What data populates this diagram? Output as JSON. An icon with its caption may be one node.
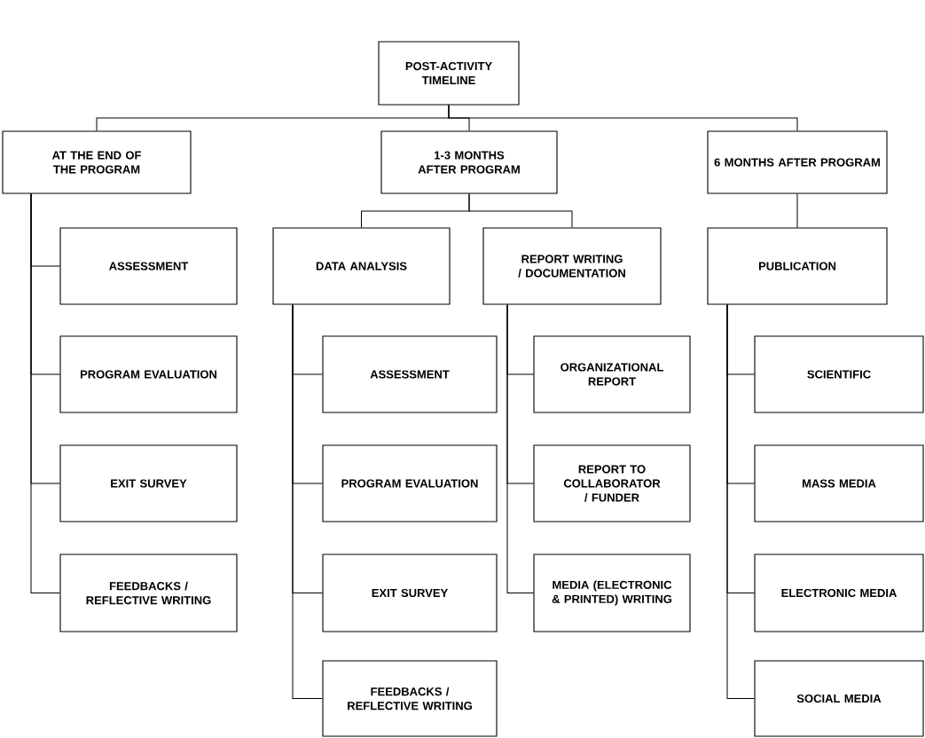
{
  "diagram": {
    "nodes": [
      {
        "text": [
          "POST-ACTIVITY TIMELINE"
        ]
      },
      {
        "text": [
          "AT THE END OF THE PROGRAM"
        ]
      },
      {
        "text": [
          "1-3 MONTHS AFTER PROGRAM"
        ]
      },
      {
        "text": [
          "6 MONTHS AFTER PROGRAM"
        ]
      },
      {
        "text": [
          "ASSESSMENT"
        ]
      },
      {
        "text": [
          "PROGRAM EVALUATION"
        ]
      },
      {
        "text": [
          "EXIT SURVEY"
        ]
      },
      {
        "text": [
          "FEEDBACKS / REFLECTIVE WRITING"
        ]
      },
      {
        "text": [
          "DATA ANALYSIS"
        ]
      },
      {
        "text": [
          "REPORT WRITING / DOCUMENTATION"
        ]
      },
      {
        "text": [
          "ASSESSMENT"
        ]
      },
      {
        "text": [
          "PROGRAM EVALUATION"
        ]
      },
      {
        "text": [
          "EXIT SURVEY"
        ]
      },
      {
        "text": [
          "FEEDBACKS / REFLECTIVE WRITING"
        ]
      },
      {
        "text": [
          "ORGANIZATIONAL REPORT"
        ]
      },
      {
        "text": [
          "REPORT TO COLLABORATOR / FUNDER"
        ]
      },
      {
        "text": [
          "MEDIA (ELECTRONIC & PRINTED) WRITING"
        ]
      },
      {
        "text": [
          "PUBLICATION"
        ]
      },
      {
        "text": [
          "SCIENTIFIC"
        ]
      },
      {
        "text": [
          "MASS MEDIA"
        ]
      },
      {
        "text": [
          "ELECTRONIC MEDIA"
        ]
      },
      {
        "text": [
          "SOCIAL MEDIA"
        ]
      }
    ],
    "edges": [
      {
        "from": 0,
        "to": 1,
        "arrow": "none"
      },
      {
        "from": 0,
        "to": 2,
        "arrow": "none"
      },
      {
        "from": 0,
        "to": 3,
        "arrow": "none"
      },
      {
        "from": 1,
        "to": 4,
        "arrow": "none"
      },
      {
        "from": 1,
        "to": 5,
        "arrow": "none"
      },
      {
        "from": 1,
        "to": 6,
        "arrow": "none"
      },
      {
        "from": 1,
        "to": 7,
        "arrow": "none"
      },
      {
        "from": 2,
        "to": 8,
        "arrow": "none"
      },
      {
        "from": 2,
        "to": 9,
        "arrow": "none"
      },
      {
        "from": 8,
        "to": 10,
        "arrow": "none"
      },
      {
        "from": 8,
        "to": 11,
        "arrow": "none"
      },
      {
        "from": 8,
        "to": 12,
        "arrow": "none"
      },
      {
        "from": 8,
        "to": 13,
        "arrow": "none"
      },
      {
        "from": 9,
        "to": 14,
        "arrow": "none"
      },
      {
        "from": 9,
        "to": 15,
        "arrow": "none"
      },
      {
        "from": 9,
        "to": 16,
        "arrow": "none"
      },
      {
        "from": 3,
        "to": 17,
        "arrow": "none"
      },
      {
        "from": 17,
        "to": 18,
        "arrow": "none"
      },
      {
        "from": 17,
        "to": 19,
        "arrow": "none"
      },
      {
        "from": 17,
        "to": 20,
        "arrow": "none"
      },
      {
        "from": 17,
        "to": 21,
        "arrow": "none"
      }
    ]
  }
}
